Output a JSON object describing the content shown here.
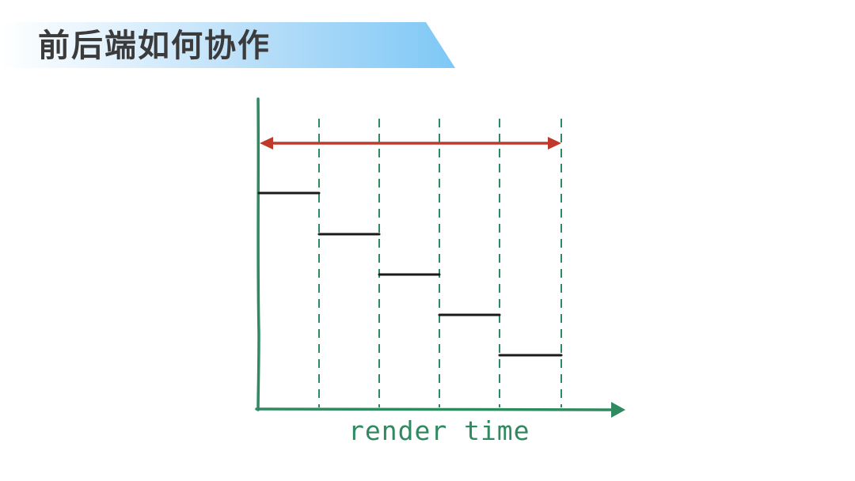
{
  "slide": {
    "title": "前后端如何协作"
  },
  "diagram": {
    "x_axis_label": "render time",
    "colors": {
      "axis": "#2f8a61",
      "grid": "#2f8a61",
      "range_arrow": "#c0392b",
      "segments": "#1a1a1a"
    },
    "segment_count": 5
  }
}
